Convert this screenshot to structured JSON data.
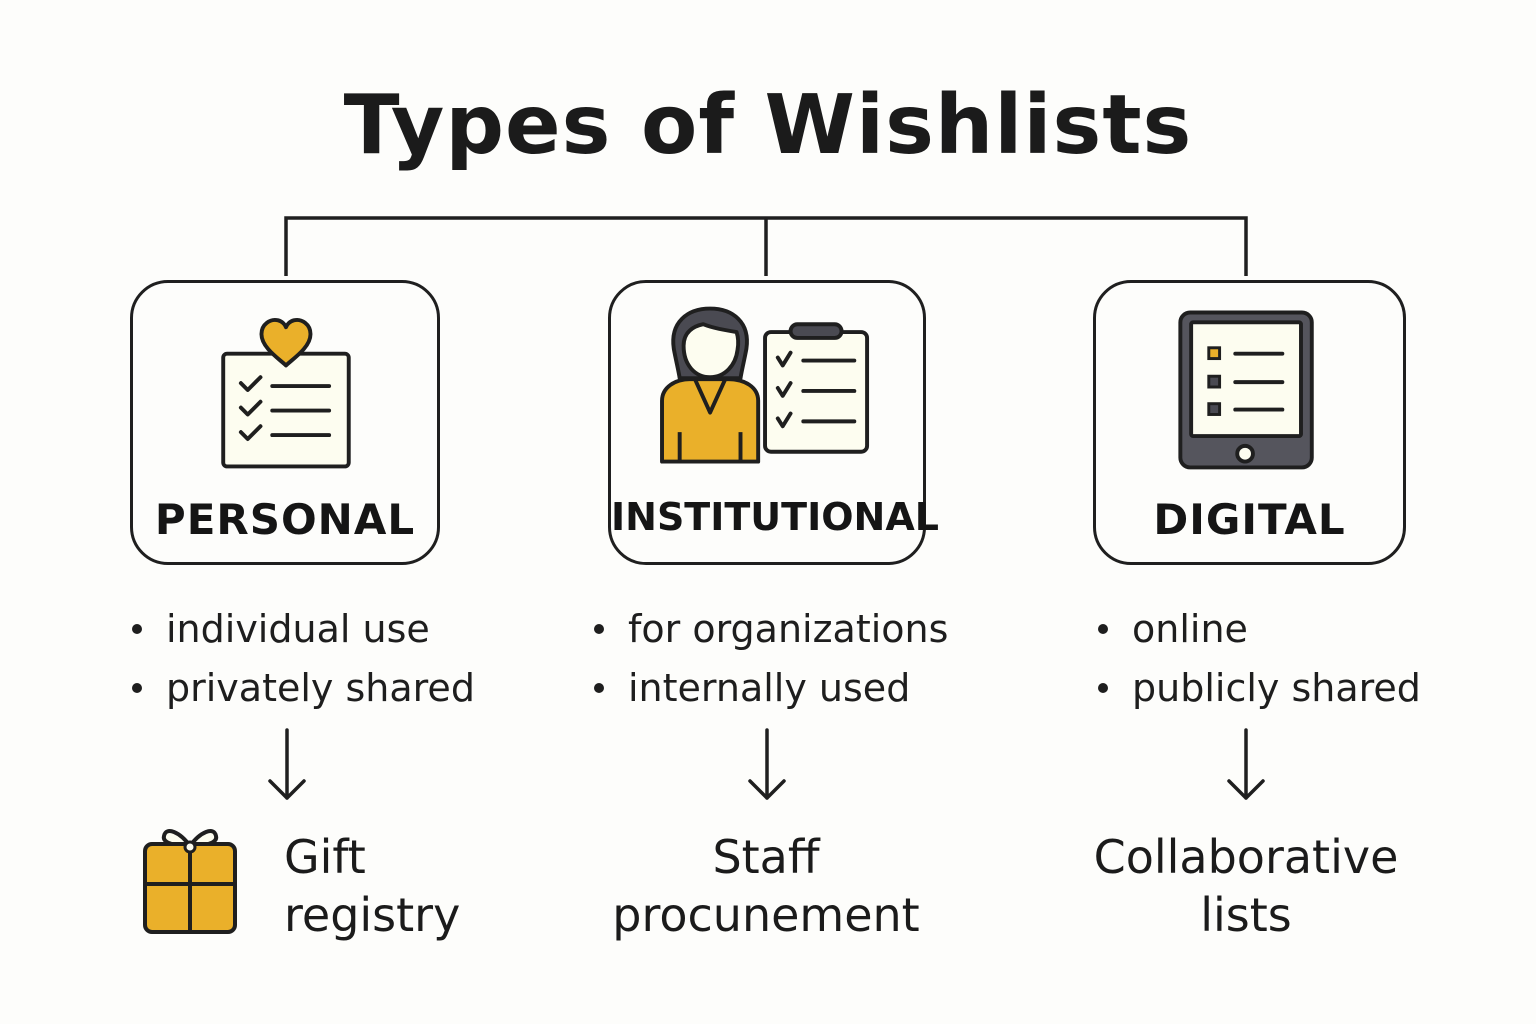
{
  "title": "Types of Wishlists",
  "colors": {
    "accent": "#eab02a",
    "outline": "#1f1f1f",
    "paper": "#fdfdf0",
    "device": "#55555d"
  },
  "categories": [
    {
      "id": "personal",
      "label": "PERSONAL",
      "icon": "heart-checklist-icon",
      "bullets": [
        "individual use",
        "privately shared"
      ],
      "outcome_icon": "gift-box-icon",
      "outcome": [
        "Gift",
        "registry"
      ]
    },
    {
      "id": "institutional",
      "label": "INSTITUTIONAL",
      "icon": "person-clipboard-icon",
      "bullets": [
        "for organizations",
        "internally used"
      ],
      "outcome": [
        "Staff",
        "procunement"
      ]
    },
    {
      "id": "digital",
      "label": "DIGITAL",
      "icon": "tablet-list-icon",
      "bullets": [
        "online",
        "publicly shared"
      ],
      "outcome": [
        "Collaborative",
        "lists"
      ]
    }
  ]
}
